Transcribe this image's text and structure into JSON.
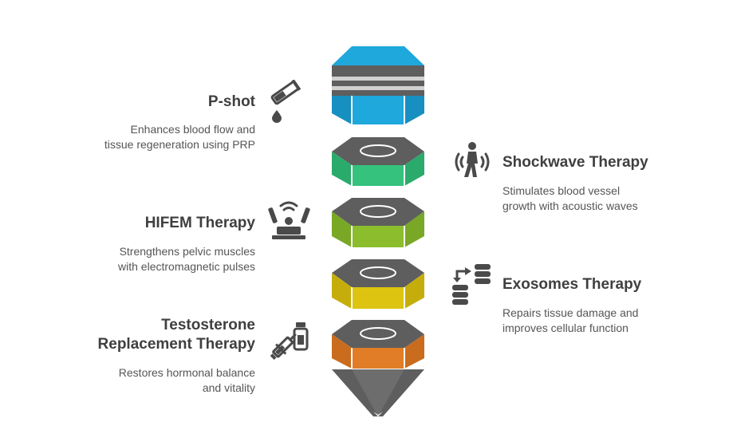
{
  "diagram": {
    "items": [
      {
        "title": "P-shot",
        "desc_line1": "Enhances blood flow and",
        "desc_line2": "tissue regeneration using PRP",
        "icon": "test-tube-drop-icon",
        "color": "#1ea8dc"
      },
      {
        "title": "Shockwave Therapy",
        "desc_line1": "Stimulates blood vessel",
        "desc_line2": "growth with acoustic waves",
        "icon": "person-waves-icon",
        "color": "#34c27c"
      },
      {
        "title": "HIFEM Therapy",
        "desc_line1": "Strengthens pelvic muscles",
        "desc_line2": "with electromagnetic pulses",
        "icon": "device-signal-icon",
        "color": "#8bbd2d"
      },
      {
        "title": "Exosomes Therapy",
        "desc_line1": "Repairs tissue damage and",
        "desc_line2": "improves cellular function",
        "icon": "transfer-stack-icon",
        "color": "#dcc410"
      },
      {
        "title_line1": "Testosterone",
        "title_line2": "Replacement Therapy",
        "desc_line1": "Restores hormonal balance",
        "desc_line2": "and vitality",
        "icon": "syringe-vial-icon",
        "color": "#e07d26"
      }
    ],
    "base_color": "#5e5e5e",
    "ring_color": "#d9d9d9"
  }
}
